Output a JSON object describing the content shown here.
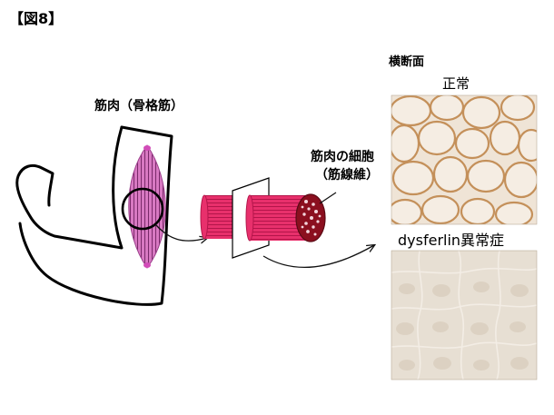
{
  "figure_label": "【図8】",
  "muscle_label": "筋肉（骨格筋）",
  "cell_label_line1": "筋肉の細胞",
  "cell_label_line2": "（筋線維）",
  "cross_section_label": "横断面",
  "normal_label": "正常",
  "disease_label": "dysferlin異常症",
  "colors": {
    "muscle_fill": "#e29ad0",
    "fiber_pink": "#e8306c",
    "fiber_core": "#8b0f1f",
    "normal_bg": "#efe4d6",
    "normal_membrane": "#c4905a",
    "disease_bg": "#e7dfd3"
  }
}
